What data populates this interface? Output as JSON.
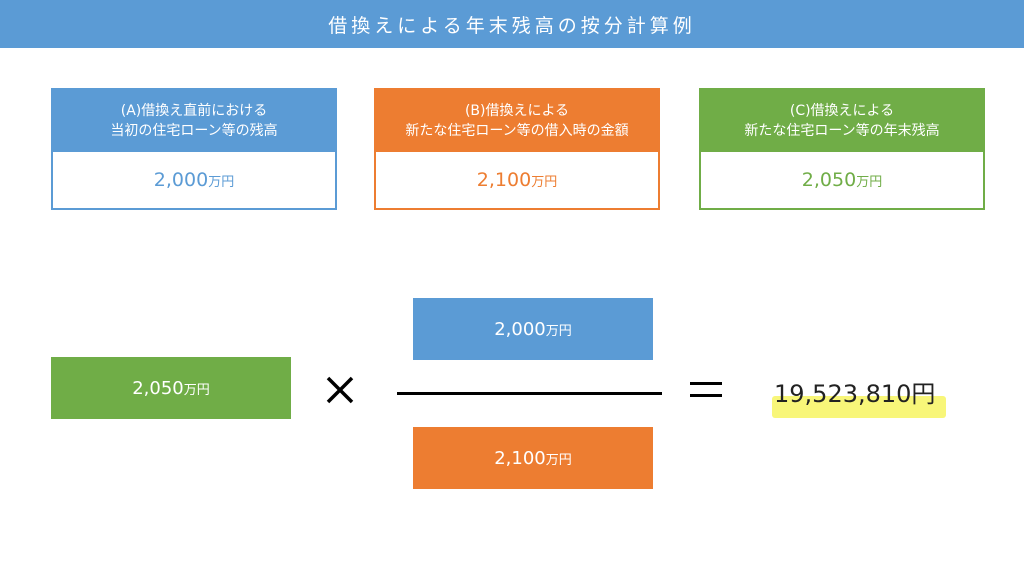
{
  "colors": {
    "blue": "#5b9bd5",
    "orange": "#ed7d31",
    "green": "#70ad47"
  },
  "title": "借換えによる年末残高の按分計算例",
  "cards": {
    "a": {
      "line1": "(A)借換え直前における",
      "line2": "当初の住宅ローン等の残高",
      "value": "2,000",
      "unit": "万円"
    },
    "b": {
      "line1": "(B)借換えによる",
      "line2": "新たな住宅ローン等の借入時の金額",
      "value": "2,100",
      "unit": "万円"
    },
    "c": {
      "line1": "(C)借換えによる",
      "line2": "新たな住宅ローン等の年末残高",
      "value": "2,050",
      "unit": "万円"
    }
  },
  "formula": {
    "multiplicand": {
      "value": "2,050",
      "unit": "万円"
    },
    "numerator": {
      "value": "2,000",
      "unit": "万円"
    },
    "denominator": {
      "value": "2,100",
      "unit": "万円"
    },
    "result": "19,523,810円"
  }
}
